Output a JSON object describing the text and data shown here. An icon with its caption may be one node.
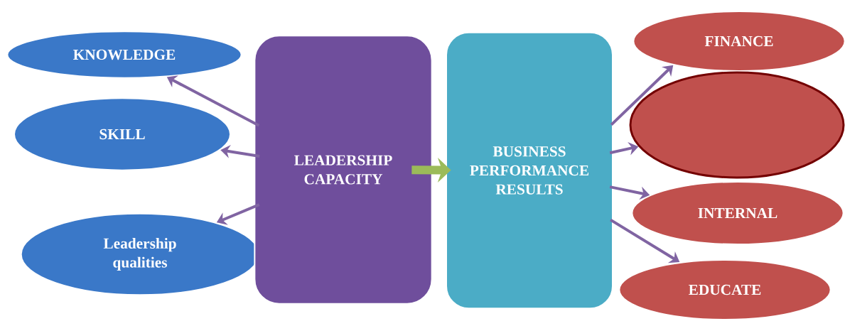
{
  "diagram": {
    "nodes": [
      {
        "text": [
          "KNOWLEDGE"
        ]
      },
      {
        "text": [
          "SKILL"
        ]
      },
      {
        "text": [
          "Leadership qualities"
        ]
      },
      {
        "text": [
          "LEADERSHIP CAPACITY"
        ]
      },
      {
        "text": [
          "BUSINESS PERFORMANCE RESULTS"
        ]
      },
      {
        "text": [
          "FINANCE"
        ]
      },
      {
        "text": [],
        "shape": "ellipse"
      },
      {
        "text": [
          "INTERNAL"
        ]
      },
      {
        "text": [
          "EDUCATE"
        ]
      }
    ],
    "edges": [
      {
        "from": 3,
        "to": 0,
        "arrow": "to"
      },
      {
        "from": 3,
        "to": 1,
        "arrow": "to"
      },
      {
        "from": 3,
        "to": 2,
        "arrow": "to"
      },
      {
        "from": 3,
        "to": 4,
        "arrow": "to",
        "style": "thick",
        "color": "#9bbb59"
      },
      {
        "from": 4,
        "to": 5,
        "arrow": "to"
      },
      {
        "from": 4,
        "to": 6,
        "arrow": "to"
      },
      {
        "from": 4,
        "to": 7,
        "arrow": "to"
      },
      {
        "from": 4,
        "to": 8,
        "arrow": "to"
      }
    ]
  }
}
